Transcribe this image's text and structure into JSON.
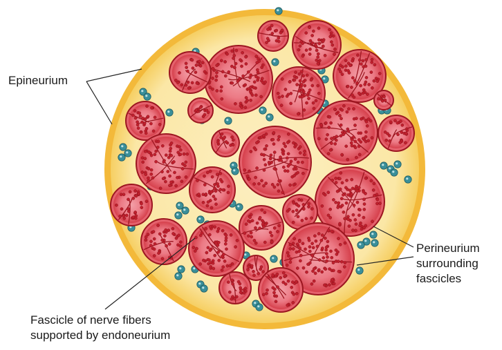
{
  "labels": {
    "epineurium": "Epineurium",
    "perineurium": [
      "Perineurium",
      "surrounding",
      "fascicles"
    ],
    "fascicle": [
      "Fascicle of nerve fibers",
      "supported by endoneurium"
    ]
  },
  "colors": {
    "epineurium_rim": "#f3b93a",
    "epineurium_fill": "#fbe7a6",
    "fascicle_fill": "#e5626d",
    "fascicle_inner": "#f08a95",
    "perineurium_edge": "#9c1620",
    "axon": "#c0202e",
    "blood_vessel": "#3a8f99",
    "leader_line": "#222222"
  },
  "icons": {
    "fascicle": "fascicle-icon",
    "blood_vessel": "blood-vessel-icon"
  }
}
